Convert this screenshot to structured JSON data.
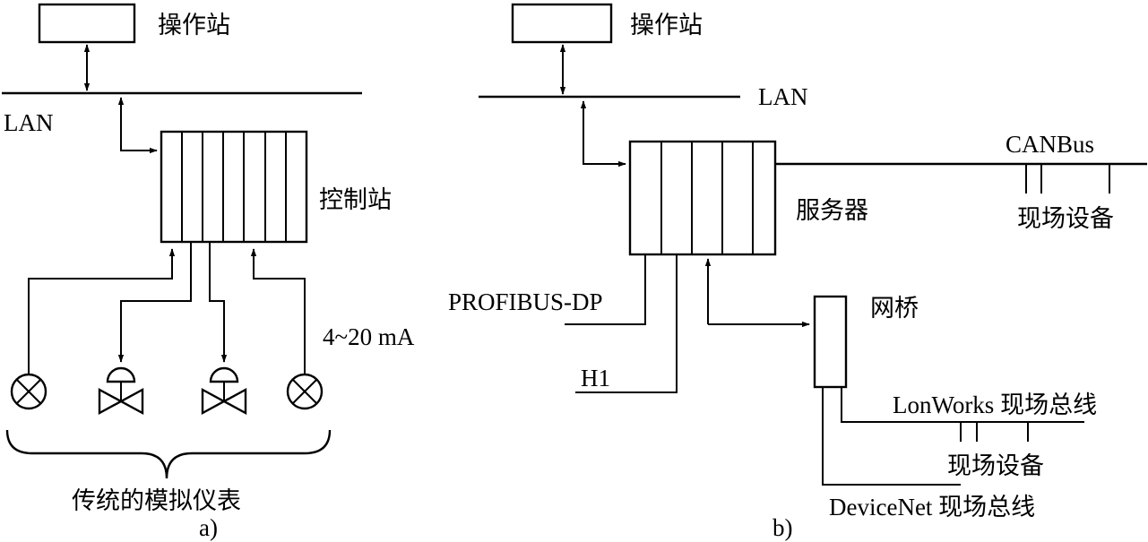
{
  "diagram_a": {
    "operator_station": "操作站",
    "lan": "LAN",
    "control_station": "控制站",
    "signal": "4~20 mA",
    "instruments": "传统的模拟仪表",
    "caption": "a)"
  },
  "diagram_b": {
    "operator_station": "操作站",
    "lan": "LAN",
    "server": "服务器",
    "canbus": "CANBus",
    "canbus_devices": "现场设备",
    "profibus": "PROFIBUS-DP",
    "h1": "H1",
    "bridge": "网桥",
    "lonworks": "LonWorks 现场总线",
    "lonworks_devices": "现场设备",
    "devicenet": "DeviceNet 现场总线",
    "caption": "b)"
  }
}
